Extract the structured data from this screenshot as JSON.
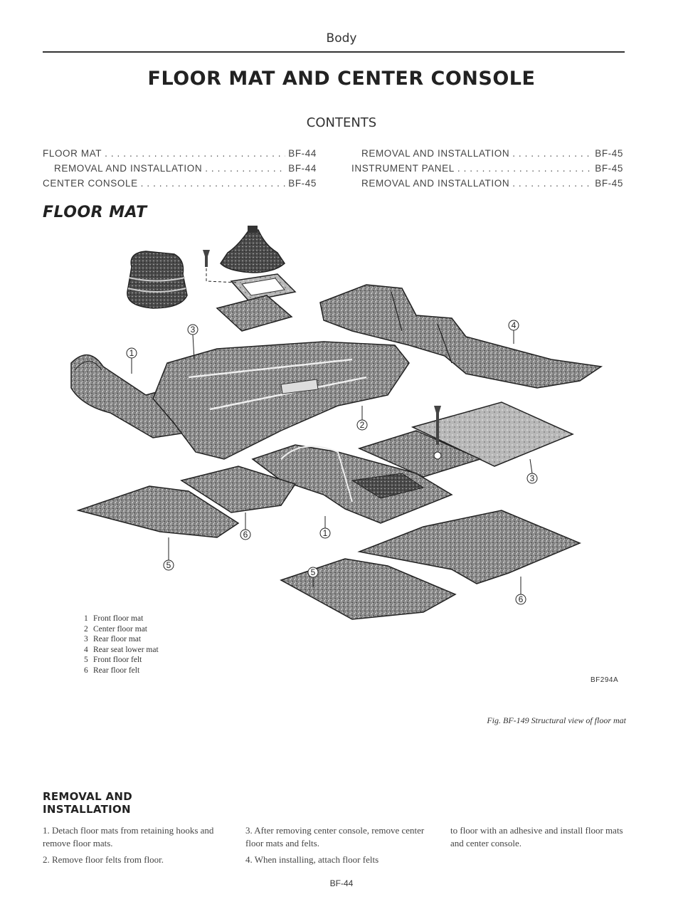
{
  "header": {
    "title": "Body"
  },
  "main_title": "FLOOR MAT AND CENTER CONSOLE",
  "contents": {
    "title": "CONTENTS",
    "left": [
      {
        "label": "FLOOR MAT",
        "page": "BF-44"
      },
      {
        "label": "REMOVAL AND INSTALLATION",
        "page": "BF-44"
      },
      {
        "label": "CENTER CONSOLE",
        "page": "BF-45"
      }
    ],
    "right": [
      {
        "label": "REMOVAL AND INSTALLATION",
        "page": "BF-45"
      },
      {
        "label": "INSTRUMENT PANEL",
        "page": "BF-45"
      },
      {
        "label": "REMOVAL AND INSTALLATION",
        "page": "BF-45"
      }
    ]
  },
  "section_heading": "FLOOR MAT",
  "figure": {
    "callouts": [
      "1",
      "2",
      "3",
      "4",
      "5",
      "6"
    ],
    "legend": [
      {
        "num": "1",
        "text": "Front floor mat"
      },
      {
        "num": "2",
        "text": "Center floor mat"
      },
      {
        "num": "3",
        "text": "Rear floor mat"
      },
      {
        "num": "4",
        "text": "Rear seat lower mat"
      },
      {
        "num": "5",
        "text": "Front floor felt"
      },
      {
        "num": "6",
        "text": "Rear floor felt"
      }
    ],
    "code": "BF294A",
    "caption": "Fig. BF-149 Structural view of floor mat"
  },
  "sub_heading_line1": "REMOVAL AND",
  "sub_heading_line2": "INSTALLATION",
  "body": {
    "col1": [
      "1.  Detach floor mats from retaining hooks and remove floor mats.",
      "2.  Remove floor felts from floor."
    ],
    "col2": [
      "3.  After removing center console, remove center floor mats and felts.",
      "4.  When installing, attach floor felts"
    ],
    "col3": [
      "to floor with an adhesive and install floor mats and center console."
    ]
  },
  "page_number": "BF-44"
}
